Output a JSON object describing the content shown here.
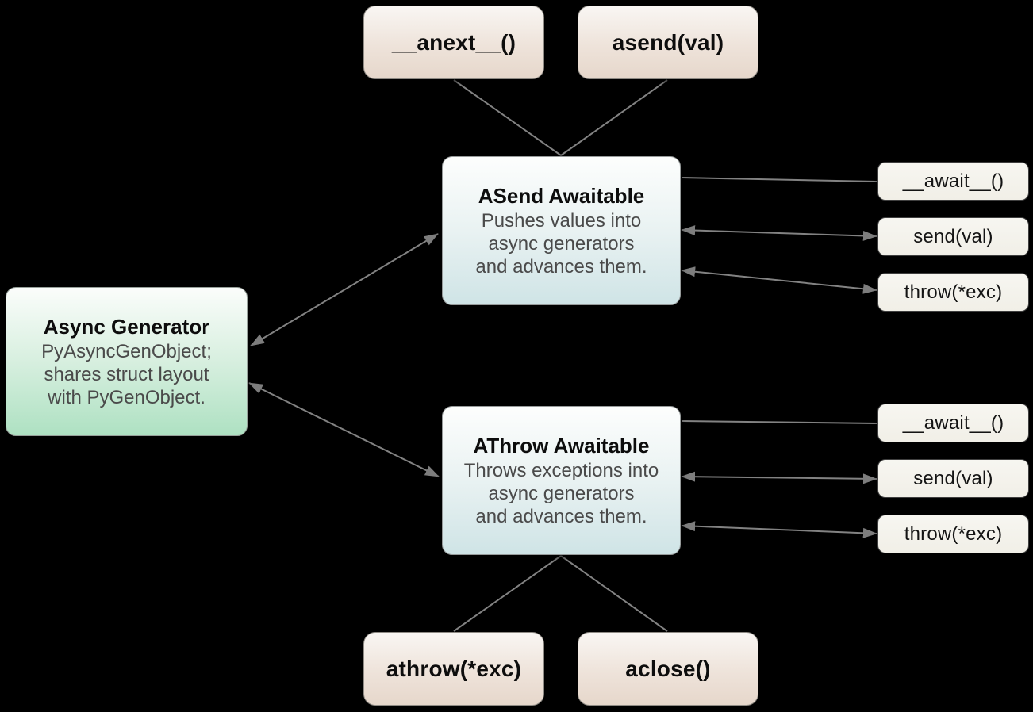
{
  "diagram": {
    "background_color": "#000000",
    "nodes": {
      "anext": {
        "label": "__anext__()"
      },
      "asend": {
        "label": "asend(val)"
      },
      "asend_awaitable": {
        "title": "ASend Awaitable",
        "body": [
          "Pushes values into",
          "async generators",
          "and advances them."
        ]
      },
      "async_generator": {
        "title": "Async Generator",
        "body": [
          "PyAsyncGenObject;",
          "shares struct layout",
          "with PyGenObject."
        ]
      },
      "athrow_awaitable": {
        "title": "AThrow Awaitable",
        "body": [
          "Throws exceptions into",
          "async generators",
          "and advances them."
        ]
      },
      "athrow": {
        "label": "athrow(*exc)"
      },
      "aclose": {
        "label": "aclose()"
      },
      "asend_methods": [
        {
          "label": "__await__()"
        },
        {
          "label": "send(val)"
        },
        {
          "label": "throw(*exc)"
        }
      ],
      "athrow_methods": [
        {
          "label": "__await__()"
        },
        {
          "label": "send(val)"
        },
        {
          "label": "throw(*exc)"
        }
      ]
    },
    "colors": {
      "method_box_top": "#f9f6f3",
      "method_box_bottom": "#e6d7cb",
      "awaitable_box_top": "#fdfefd",
      "awaitable_box_bottom": "#cfe4e6",
      "generator_box_top": "#fbfdfb",
      "generator_box_bottom": "#aee1c2",
      "side_box_fill": "#f4f3ed",
      "connector_line": "#828282",
      "title_text": "#0d0d0d",
      "body_text": "#4a4a4a"
    }
  }
}
